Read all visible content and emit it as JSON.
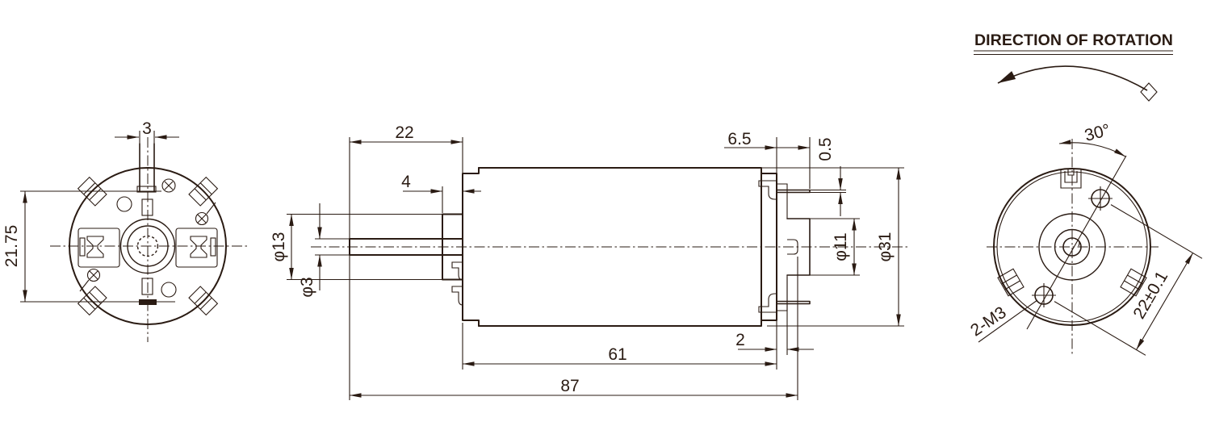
{
  "header": {
    "rotation_label": "DIRECTION OF ROTATION"
  },
  "colors": {
    "line": "#2a1b13",
    "background": "#ffffff"
  },
  "rear_view": {
    "dims": {
      "terminal_width": "3",
      "terminal_pitch": "21.75"
    }
  },
  "side_view": {
    "dims": {
      "shaft_protrusion": "22",
      "boss_height": "4",
      "shaft_diameter": "φ3",
      "boss_diameter": "φ13",
      "terminal_length": "6.5",
      "terminal_thickness": "0.5",
      "bushing_diameter": "φ11",
      "body_diameter": "φ31",
      "body_length": "61",
      "end_cap_thickness": "2",
      "overall_length": "87"
    }
  },
  "front_view": {
    "dims": {
      "mount_angle": "30°",
      "screw_spec": "2-M3",
      "screw_pitch": "22±0.1"
    }
  }
}
